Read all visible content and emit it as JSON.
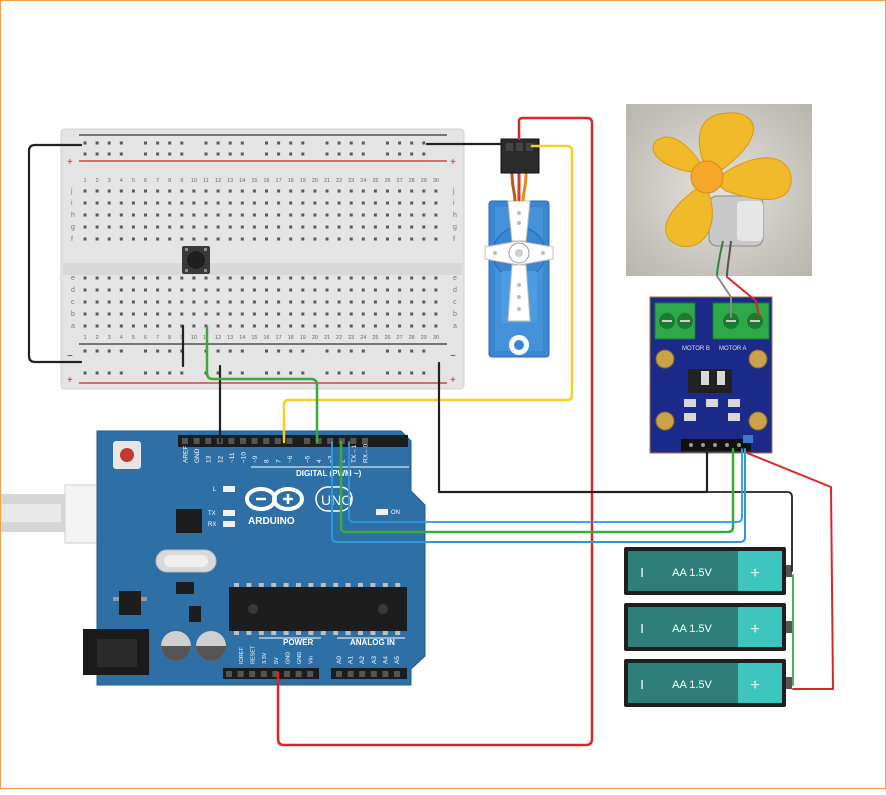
{
  "breadboard": {
    "columns": [
      "1",
      "2",
      "3",
      "4",
      "5",
      "6",
      "7",
      "8",
      "9",
      "10",
      "11",
      "12",
      "13",
      "14",
      "15",
      "16",
      "17",
      "18",
      "19",
      "20",
      "21",
      "22",
      "23",
      "24",
      "25",
      "26",
      "27",
      "28",
      "29",
      "30"
    ],
    "rows_top": [
      "j",
      "i",
      "h",
      "g",
      "f"
    ],
    "rows_bottom": [
      "e",
      "d",
      "c",
      "b",
      "a"
    ],
    "rail_plus": "+",
    "rail_minus": "−"
  },
  "arduino": {
    "logo_text": "ARDUINO",
    "model": "UNO",
    "digital_label": "DIGITAL (PWM ~)",
    "power_label": "POWER",
    "analog_label": "ANALOG IN",
    "led_l": "L",
    "led_tx": "TX",
    "led_rx": "RX",
    "led_on": "ON",
    "digital_pins": [
      "AREF",
      "GND",
      "13",
      "12",
      "~11",
      "~10",
      "~9",
      "8",
      "7",
      "~6",
      "~5",
      "4",
      "~3",
      "2",
      "TX→1",
      "RX←0"
    ],
    "power_pins": [
      "IOREF",
      "RESET",
      "3.3V",
      "5V",
      "GND",
      "GND",
      "Vin"
    ],
    "analog_pins": [
      "A0",
      "A1",
      "A2",
      "A3",
      "A4",
      "A5"
    ]
  },
  "motor_driver": {
    "label_b": "MOTOR B",
    "label_a": "MOTOR A"
  },
  "batteries": [
    {
      "label": "AA 1.5V",
      "minus": "I",
      "plus": "+"
    },
    {
      "label": "AA 1.5V",
      "minus": "I",
      "plus": "+"
    },
    {
      "label": "AA 1.5V",
      "minus": "I",
      "plus": "+"
    }
  ],
  "colors": {
    "wire_red": "#d9262b",
    "wire_black": "#222222",
    "wire_yellow": "#f2d024",
    "wire_green": "#3aaa3a",
    "wire_blue": "#2a9bd8",
    "arduino_blue": "#2e6fa6",
    "battery_teal": "#2e7f7a",
    "servo_blue": "#3a86d0",
    "driver_green": "#2fa84a"
  }
}
